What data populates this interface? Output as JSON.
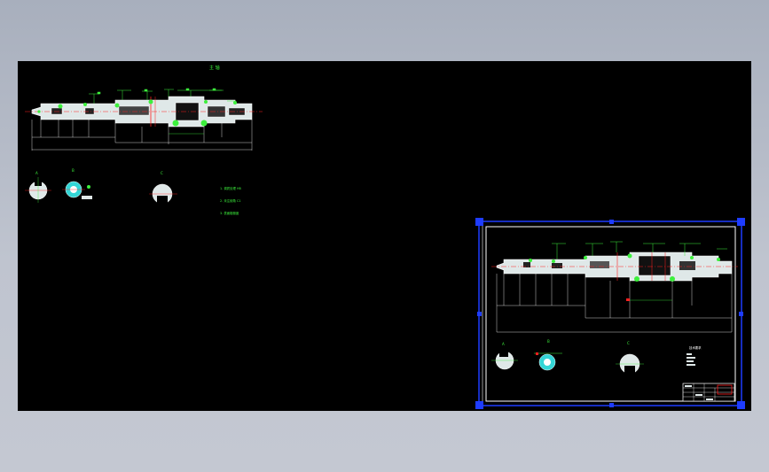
{
  "viewer": {
    "background": "#b6bcc8",
    "canvas_color": "#000000",
    "accent_cyan": "#33d6d6",
    "accent_green": "#3cf03c",
    "accent_red": "#ff2020",
    "frame_blue": "#1e3cff"
  },
  "model_sheet": {
    "title": "主 轴",
    "section_labels": [
      "A",
      "B",
      "C"
    ],
    "notes": [
      "1. 调质处理 HB",
      "2. 未注倒角 C1",
      "3. 表面粗糙度"
    ]
  },
  "layout_sheet": {
    "section_labels": [
      "A",
      "B",
      "C"
    ],
    "tech_requirements_title": "技术要求"
  },
  "icons": {
    "corner_grips": "square-grip-icon",
    "midpoint_grips": "dot-grip-icon"
  }
}
